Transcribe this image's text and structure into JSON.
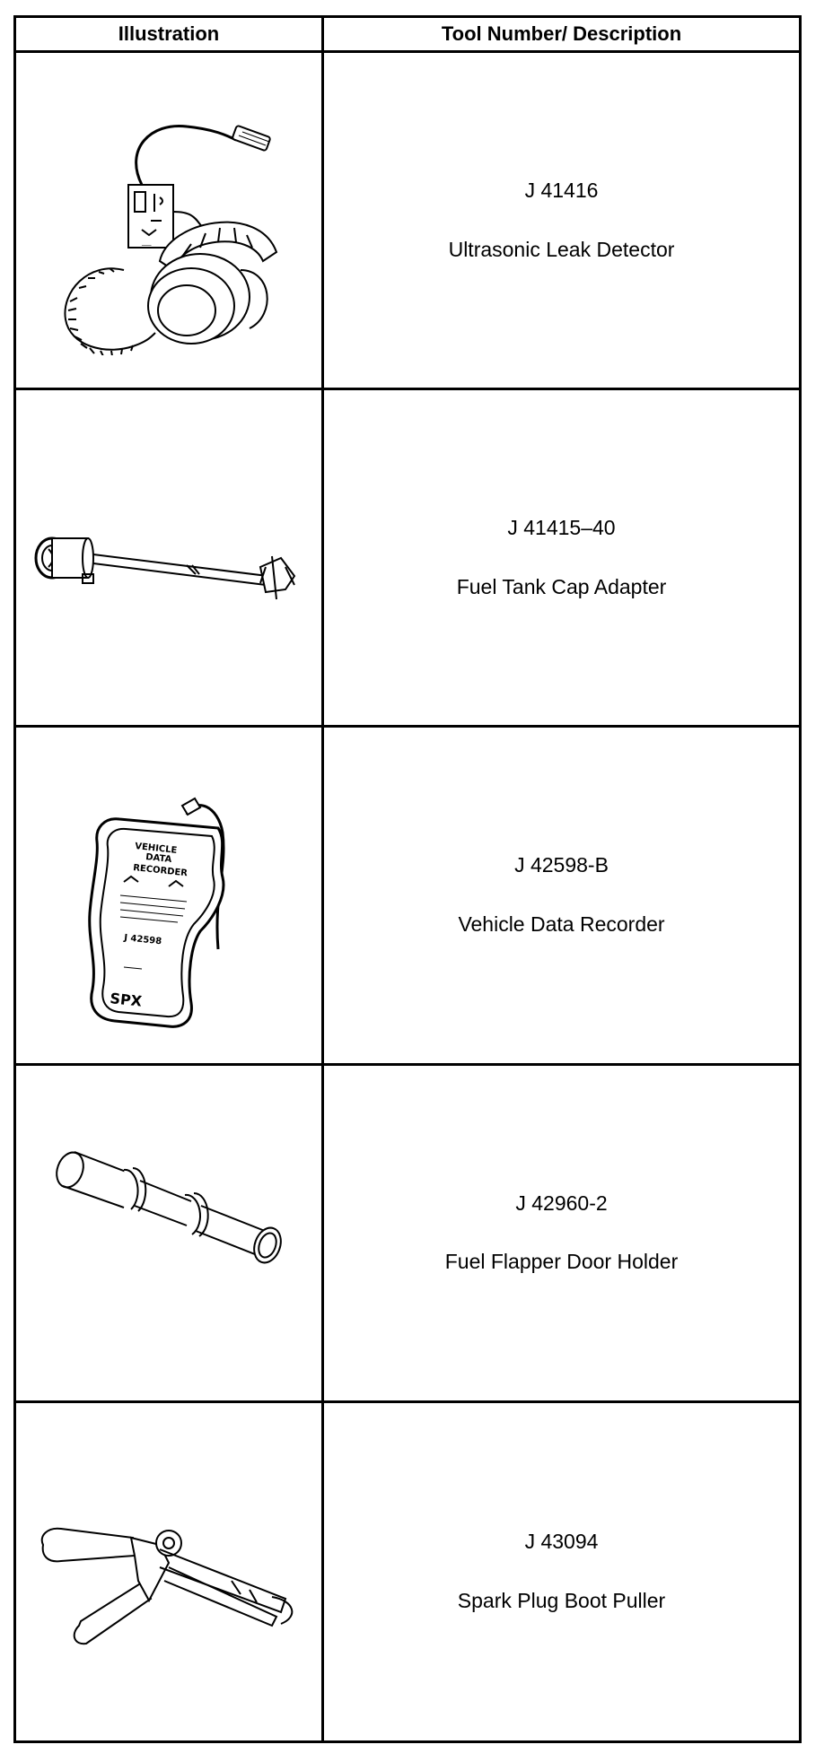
{
  "table": {
    "headers": {
      "illustration": "Illustration",
      "tool": "Tool Number/ Description"
    },
    "rows": [
      {
        "tool_number": "J 41416",
        "description": "Ultrasonic Leak Detector",
        "illustration_icon": "ultrasonic-leak-detector-icon"
      },
      {
        "tool_number": "J 41415–40",
        "description": "Fuel Tank Cap Adapter",
        "illustration_icon": "fuel-tank-cap-adapter-icon"
      },
      {
        "tool_number": "J 42598-B",
        "description": "Vehicle Data Recorder",
        "illustration_icon": "vehicle-data-recorder-icon",
        "device_label": {
          "line1": "VEHICLE",
          "line2": "DATA",
          "line3": "RECORDER",
          "model": "J 42598",
          "brand": "SPX"
        }
      },
      {
        "tool_number": "J 42960-2",
        "description": "Fuel Flapper Door Holder",
        "illustration_icon": "fuel-flapper-door-holder-icon"
      },
      {
        "tool_number": "J 43094",
        "description": "Spark Plug Boot Puller",
        "illustration_icon": "spark-plug-boot-puller-icon"
      }
    ]
  }
}
